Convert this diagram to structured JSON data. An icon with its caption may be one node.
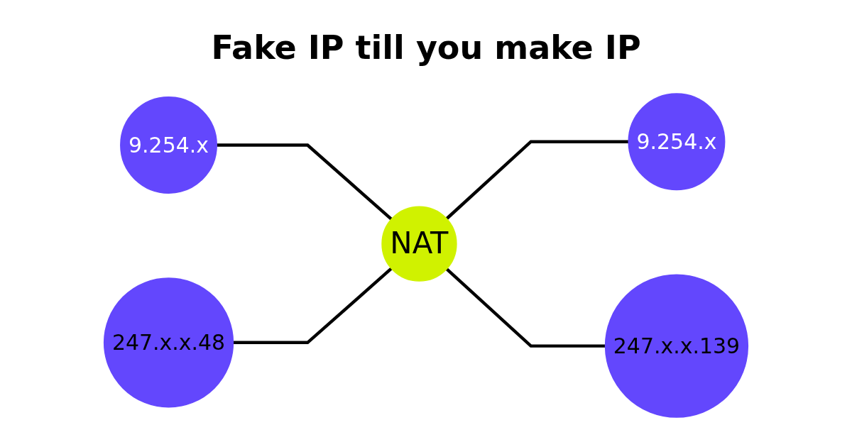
{
  "diagram": {
    "title": "Fake IP till you make IP",
    "nodes": [
      {
        "text": [
          "9.254.x"
        ]
      },
      {
        "text": [
          "9.254.x"
        ]
      },
      {
        "text": [
          "NAT"
        ]
      },
      {
        "text": [
          "247.x.x.48"
        ]
      },
      {
        "text": [
          "247.x.x.139"
        ]
      }
    ],
    "edges": [
      {
        "from": 0,
        "to": 2,
        "arrow": "none"
      },
      {
        "from": 2,
        "to": 1,
        "arrow": "none"
      },
      {
        "from": 3,
        "to": 2,
        "arrow": "none"
      },
      {
        "from": 2,
        "to": 4,
        "arrow": "none"
      }
    ]
  }
}
